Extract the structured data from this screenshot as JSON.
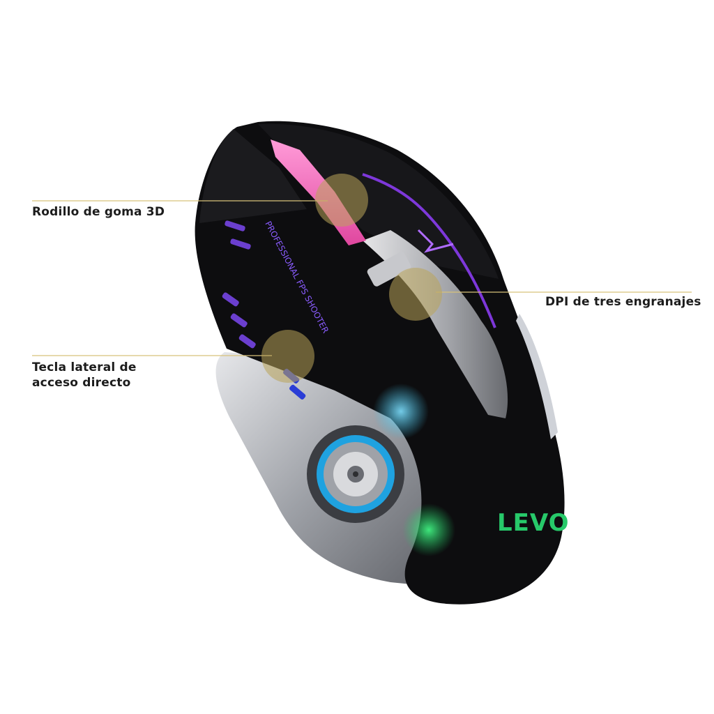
{
  "callouts": {
    "roller": "Rodillo de goma 3D",
    "dpi": "DPI de tres engranajes",
    "side_line1": "Tecla lateral de",
    "side_line2": "acceso directo"
  },
  "product": {
    "logo_text": "LEVO",
    "shell_text": "PROFESSIONAL FPS SHOOTER"
  },
  "colors": {
    "callout_line": "#d8c27a",
    "callout_circle": "#b9a45a",
    "body": "#0d0d0f",
    "logo": "#27c96a",
    "accent_purple": "#8a3cf0",
    "accent_pink": "#f26ac2",
    "accent_cyan": "#3cc6f0"
  }
}
